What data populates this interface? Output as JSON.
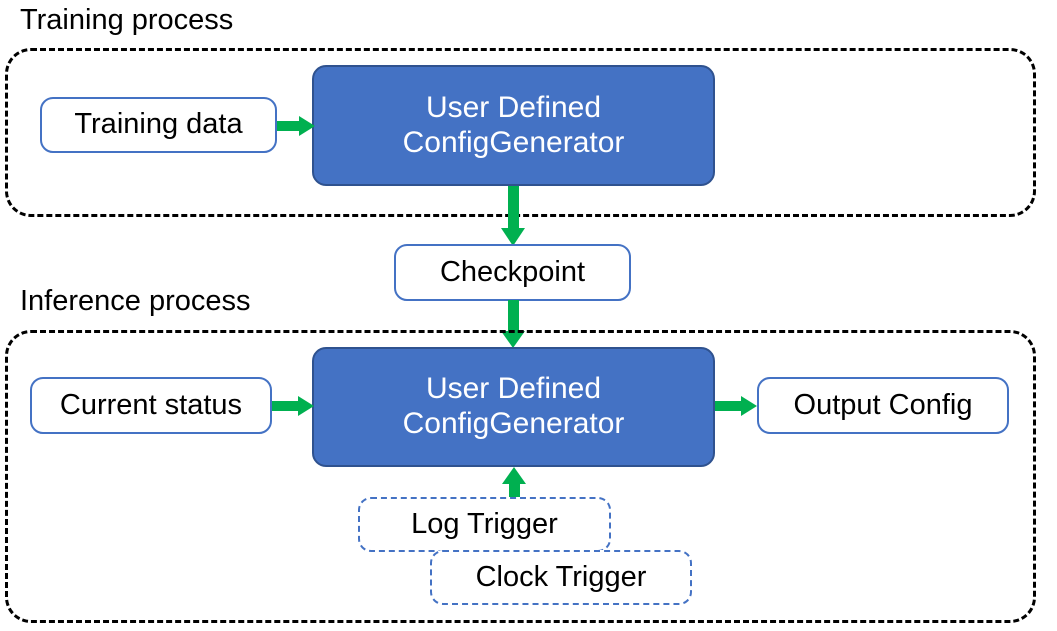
{
  "diagram": {
    "title_training": "Training process",
    "title_inference": "Inference process",
    "colors": {
      "process_fill": "#4472C4",
      "process_border": "#2F528F",
      "node_border": "#4472C4",
      "arrow": "#00B050",
      "group_border": "#000000",
      "text_dark": "#000000",
      "text_light": "#FFFFFF"
    }
  },
  "training": {
    "caption": "Training process",
    "input_node": "Training data",
    "process_line1": "User Defined",
    "process_line2": "ConfigGenerator"
  },
  "checkpoint": {
    "label": "Checkpoint"
  },
  "inference": {
    "caption": "Inference process",
    "input_node": "Current status",
    "process_line1": "User Defined",
    "process_line2": "ConfigGenerator",
    "output_node": "Output Config",
    "triggers": [
      {
        "label": "Log Trigger"
      },
      {
        "label": "Clock Trigger"
      }
    ]
  },
  "arrows": [
    {
      "name": "training-data-to-process",
      "direction": "right"
    },
    {
      "name": "training-process-to-checkpoint",
      "direction": "down"
    },
    {
      "name": "checkpoint-to-inference-process",
      "direction": "down"
    },
    {
      "name": "current-status-to-process",
      "direction": "right"
    },
    {
      "name": "process-to-output-config",
      "direction": "right"
    },
    {
      "name": "triggers-to-process",
      "direction": "up"
    }
  ]
}
